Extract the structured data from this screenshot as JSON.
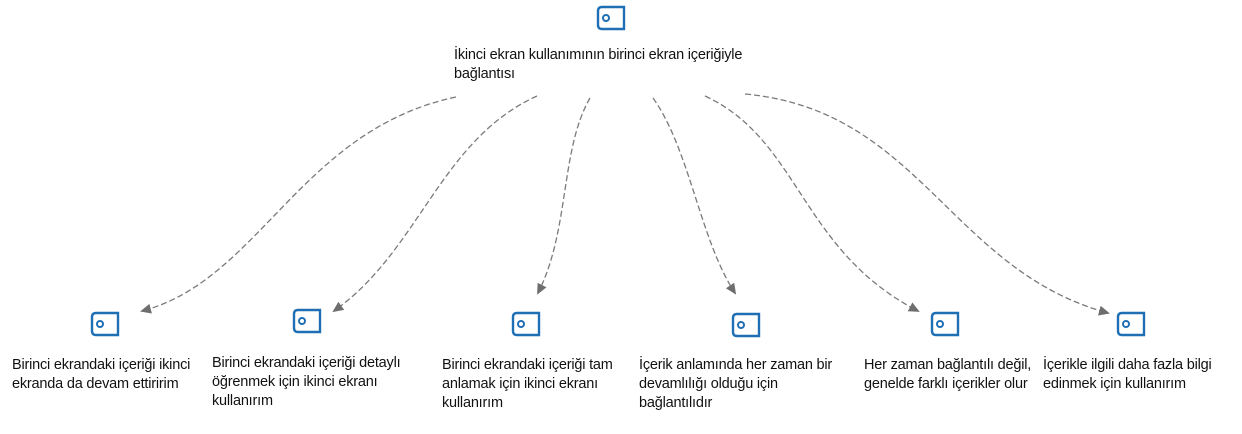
{
  "colors": {
    "icon_stroke": "#1f6fb5",
    "connector": "#777777",
    "text": "#111111",
    "background": "#ffffff"
  },
  "root": {
    "icon": "tag-icon",
    "label_lines": [
      "İkinci ekran kullanımının birinci ekran içeriğiyle",
      "bağlantısı"
    ]
  },
  "children": [
    {
      "icon": "tag-icon",
      "label_lines": [
        "Birinci ekrandaki içeriği ikinci",
        "ekranda da devam ettiririm"
      ]
    },
    {
      "icon": "tag-icon",
      "label_lines": [
        "Birinci ekrandaki içeriği detaylı",
        "öğrenmek için ikinci ekranı",
        "kullanırım"
      ]
    },
    {
      "icon": "tag-icon",
      "label_lines": [
        "Birinci ekrandaki içeriği tam",
        "anlamak için ikinci ekranı",
        "kullanırım"
      ]
    },
    {
      "icon": "tag-icon",
      "label_lines": [
        "İçerik anlamında her zaman bir",
        "devamlılığı olduğu için",
        "bağlantılıdır"
      ]
    },
    {
      "icon": "tag-icon",
      "label_lines": [
        "Her zaman bağlantılı değil,",
        "genelde farklı içerikler olur"
      ]
    },
    {
      "icon": "tag-icon",
      "label_lines": [
        "İçerikle ilgili daha fazla bilgi",
        "edinmek için kullanırım"
      ]
    }
  ]
}
